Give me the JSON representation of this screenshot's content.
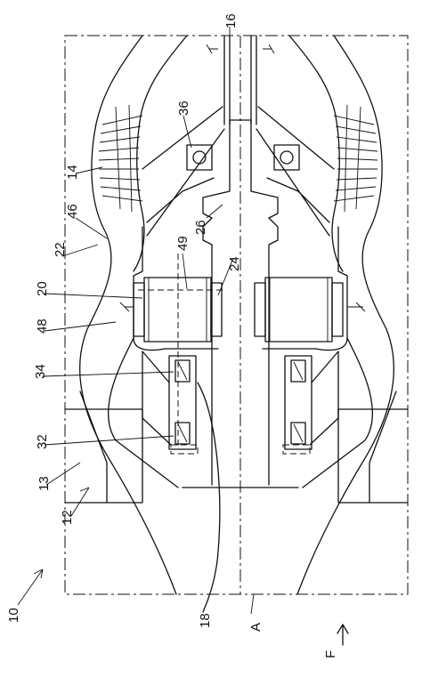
{
  "figure": {
    "labels": {
      "l16": "16",
      "l36": "36",
      "l14": "14",
      "l46": "46",
      "l22": "22",
      "l26": "26",
      "l49": "49",
      "l24": "24",
      "l20": "20",
      "l48": "48",
      "l34": "34",
      "l32": "32",
      "l13": "13",
      "l12": "12",
      "l10": "10",
      "l18": "18",
      "lA": "A",
      "lF": "F"
    }
  }
}
